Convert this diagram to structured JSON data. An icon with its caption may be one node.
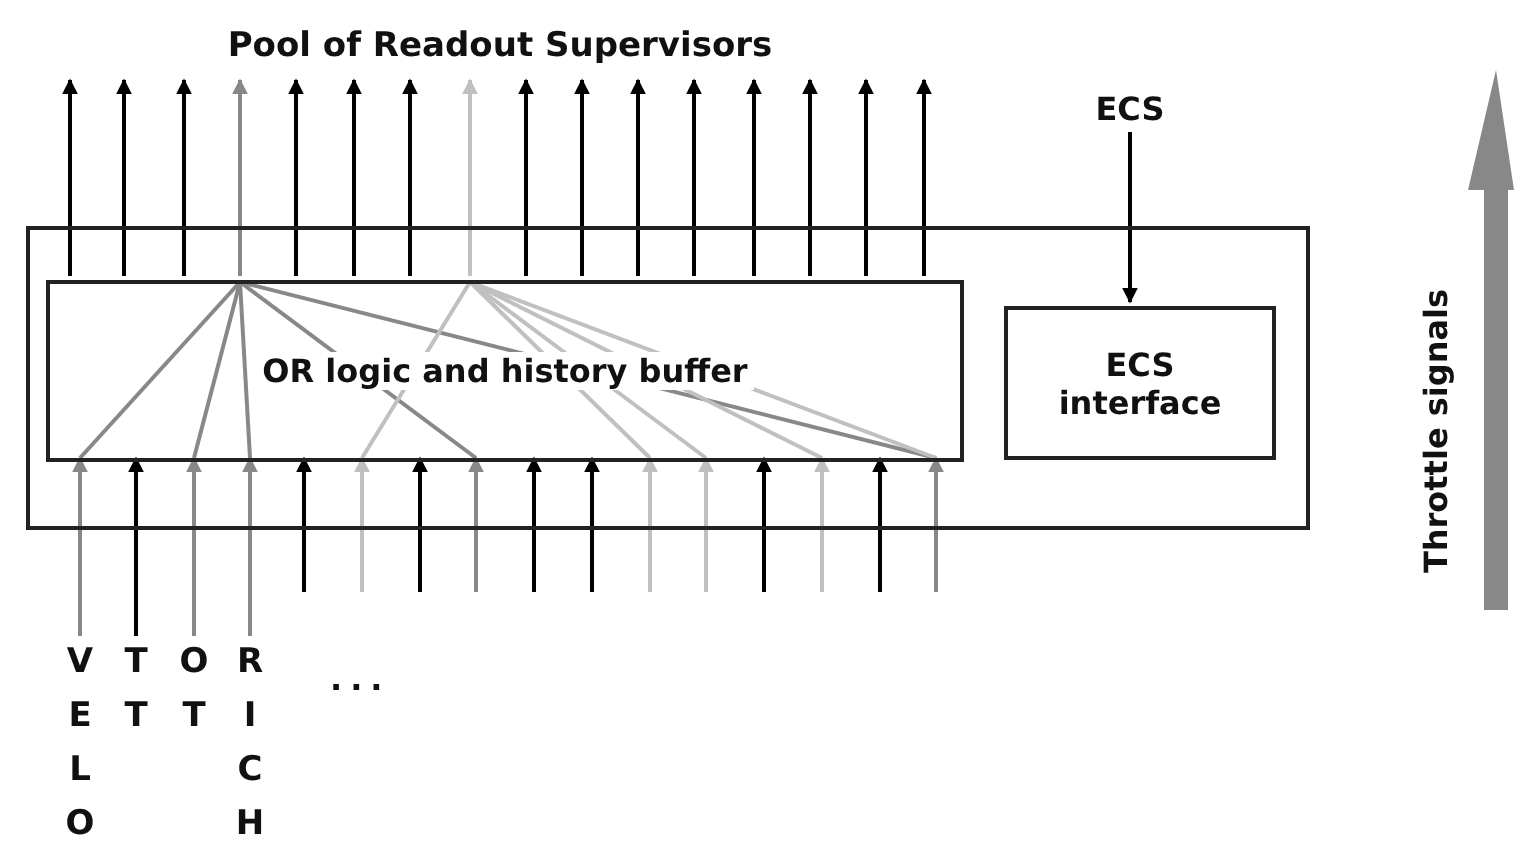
{
  "diagram": {
    "nodes": [
      {
        "text": [
          "Pool of Readout Supervisors"
        ]
      },
      {
        "text": [],
        "shape": "box"
      },
      {
        "text": [
          "OR logic and history buffer"
        ],
        "in": 1
      },
      {
        "text": [
          "ECS interface"
        ],
        "in": 1
      },
      {
        "text": [
          "ECS"
        ]
      },
      {
        "text": [
          "VELO"
        ]
      },
      {
        "text": [
          "TT"
        ]
      },
      {
        "text": [
          "OT"
        ]
      },
      {
        "text": [
          "RICH"
        ]
      }
    ],
    "edges": [
      {
        "from": 2,
        "to": 0,
        "arrow": "to"
      },
      {
        "from": 2,
        "to": 0,
        "arrow": "to"
      },
      {
        "from": 2,
        "to": 0,
        "arrow": "to"
      },
      {
        "from": 2,
        "to": 0,
        "arrow": "to",
        "color": "#888888"
      },
      {
        "from": 2,
        "to": 0,
        "arrow": "to"
      },
      {
        "from": 2,
        "to": 0,
        "arrow": "to"
      },
      {
        "from": 2,
        "to": 0,
        "arrow": "to"
      },
      {
        "from": 2,
        "to": 0,
        "arrow": "to",
        "color": "#c0c0c0"
      },
      {
        "from": 2,
        "to": 0,
        "arrow": "to"
      },
      {
        "from": 2,
        "to": 0,
        "arrow": "to"
      },
      {
        "from": 2,
        "to": 0,
        "arrow": "to"
      },
      {
        "from": 2,
        "to": 0,
        "arrow": "to"
      },
      {
        "from": 2,
        "to": 0,
        "arrow": "to"
      },
      {
        "from": 2,
        "to": 0,
        "arrow": "to"
      },
      {
        "from": 2,
        "to": 0,
        "arrow": "to"
      },
      {
        "from": 2,
        "to": 0,
        "arrow": "to"
      },
      {
        "from": 4,
        "to": 3,
        "arrow": "to"
      },
      {
        "from": 5,
        "to": 2,
        "arrow": "to",
        "color": "#888888"
      },
      {
        "from": 6,
        "to": 2,
        "arrow": "to"
      },
      {
        "from": 7,
        "to": 2,
        "arrow": "to",
        "color": "#888888"
      },
      {
        "from": 8,
        "to": 2,
        "arrow": "to",
        "color": "#888888"
      },
      {
        "from": null,
        "to": 2,
        "arrow": "to"
      },
      {
        "from": null,
        "to": 2,
        "arrow": "to",
        "color": "#c0c0c0"
      },
      {
        "from": null,
        "to": 2,
        "arrow": "to"
      },
      {
        "from": null,
        "to": 2,
        "arrow": "to",
        "color": "#888888"
      },
      {
        "from": null,
        "to": 2,
        "arrow": "to"
      },
      {
        "from": null,
        "to": 2,
        "arrow": "to"
      },
      {
        "from": null,
        "to": 2,
        "arrow": "to",
        "color": "#c0c0c0"
      },
      {
        "from": null,
        "to": 2,
        "arrow": "to",
        "color": "#c0c0c0"
      },
      {
        "from": null,
        "to": 2,
        "arrow": "to"
      },
      {
        "from": null,
        "to": 2,
        "arrow": "to",
        "color": "#c0c0c0"
      },
      {
        "from": null,
        "to": 2,
        "arrow": "to"
      },
      {
        "from": null,
        "to": 2,
        "arrow": "to",
        "color": "#888888"
      }
    ],
    "labels": [
      "Throttle signals",
      "..."
    ]
  }
}
